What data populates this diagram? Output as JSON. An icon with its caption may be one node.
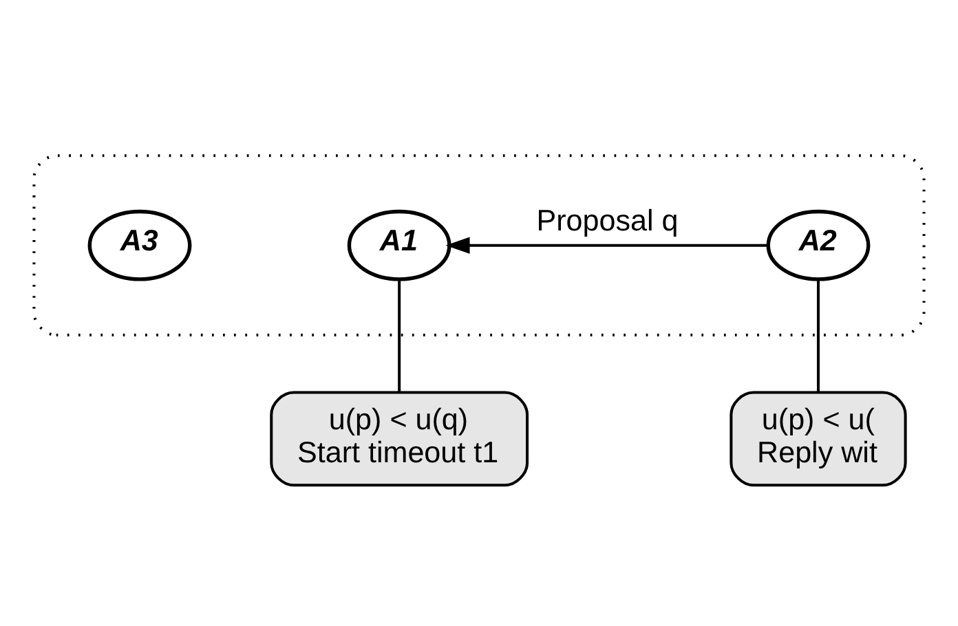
{
  "diagram": {
    "nodes": [
      {
        "text": [],
        "shape": "box"
      },
      {
        "text": [
          "A1"
        ],
        "in": 0
      },
      {
        "text": [
          "A2"
        ],
        "in": 0
      },
      {
        "text": [
          "u(p) < u(q)",
          "Start timeout t1"
        ]
      },
      {
        "text": [
          "A3"
        ],
        "in": 0
      },
      {
        "text": [
          "u(p) < u(",
          "Reply wit"
        ]
      }
    ],
    "edges": [
      {
        "from": 2,
        "to": 1,
        "arrow": "to",
        "label": "Proposal q"
      },
      {
        "from": 3,
        "to": 1,
        "arrow": "none"
      },
      {
        "from": 5,
        "to": 2,
        "arrow": "none"
      }
    ]
  }
}
